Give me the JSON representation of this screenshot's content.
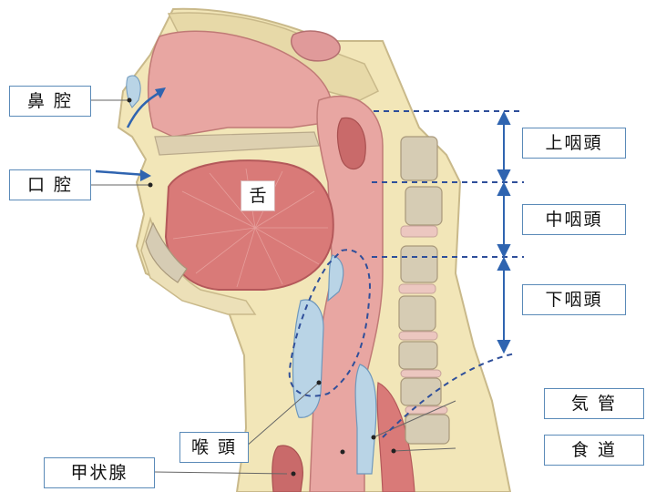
{
  "labels": {
    "nasal_cavity": "鼻 腔",
    "oral_cavity": "口 腔",
    "tongue": "舌",
    "nasopharynx": "上咽頭",
    "oropharynx": "中咽頭",
    "hypopharynx": "下咽頭",
    "trachea": "気 管",
    "larynx": "喉 頭",
    "esophagus": "食 道",
    "thyroid": "甲状腺"
  },
  "colors": {
    "tissue_pink": "#e8a6a2",
    "muscle_red": "#d97a78",
    "bone_gray": "#d6ccb4",
    "cartilage_blue": "#b9d4e6",
    "accent_blue": "#2f64b0",
    "label_border": "#5a8ab8"
  }
}
